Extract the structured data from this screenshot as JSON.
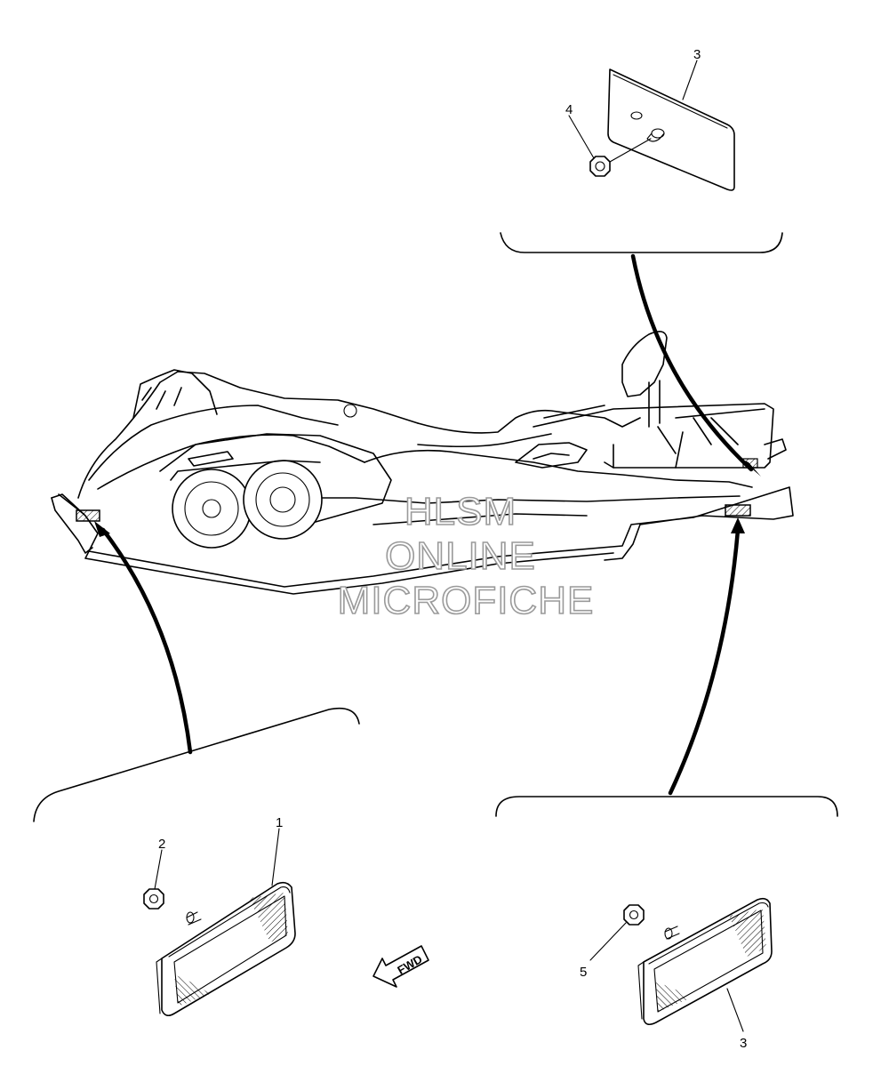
{
  "callouts": {
    "c1": "1",
    "c2": "2",
    "c3_top": "3",
    "c3_bottom": "3",
    "c4": "4",
    "c5": "5"
  },
  "fwd_label": "FWD",
  "watermark": {
    "line1": "HLSM",
    "line2": "ONLINE",
    "line3": "MICROFICHE"
  }
}
